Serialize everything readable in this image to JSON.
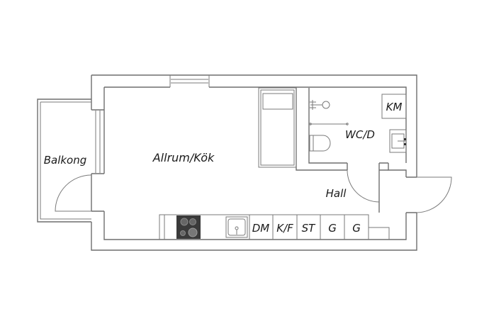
{
  "plan": {
    "rooms": [
      {
        "id": "balkong",
        "label": "Balkong"
      },
      {
        "id": "allrum",
        "label": "Allrum/Kök"
      },
      {
        "id": "wc",
        "label": "WC/D"
      },
      {
        "id": "hall",
        "label": "Hall"
      }
    ],
    "fixtures": {
      "km": "KM",
      "counter_cells": [
        "DM",
        "K/F",
        "ST",
        "G",
        "G"
      ]
    },
    "colors": {
      "wall": "#6e6e6e",
      "stove": "#3a3a3a",
      "background": "#ffffff"
    }
  }
}
